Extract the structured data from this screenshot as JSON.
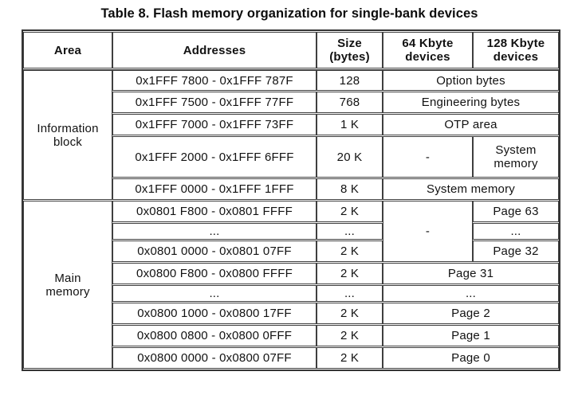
{
  "page": {
    "background": "#ffffff",
    "text_color": "#121212",
    "border_color": "#3f3f3f"
  },
  "title": "Table 8. Flash memory organization for single-bank devices",
  "table": {
    "columns": [
      {
        "label": "Area"
      },
      {
        "label": "Addresses"
      },
      {
        "label": "Size\n(bytes)"
      },
      {
        "label": "64 Kbyte\ndevices"
      },
      {
        "label": "128 Kbyte\ndevices"
      }
    ],
    "rows": [
      {
        "cells": [
          {
            "col": "area",
            "text": "Information\nblock",
            "rowspan": 5
          },
          {
            "col": "addresses",
            "text": "0x1FFF 7800 - 0x1FFF 787F"
          },
          {
            "col": "size",
            "text": "128"
          },
          {
            "col": "devices",
            "text": "Option bytes",
            "colspan": 2
          }
        ]
      },
      {
        "cells": [
          {
            "col": "addresses",
            "text": "0x1FFF 7500 - 0x1FFF 77FF"
          },
          {
            "col": "size",
            "text": "768"
          },
          {
            "col": "devices",
            "text": "Engineering bytes",
            "colspan": 2
          }
        ]
      },
      {
        "cells": [
          {
            "col": "addresses",
            "text": "0x1FFF 7000 - 0x1FFF 73FF"
          },
          {
            "col": "size",
            "text": "1 K"
          },
          {
            "col": "devices",
            "text": "OTP area",
            "colspan": 2
          }
        ]
      },
      {
        "h": "tall",
        "cells": [
          {
            "col": "addresses",
            "text": "0x1FFF 2000 - 0x1FFF 6FFF"
          },
          {
            "col": "size",
            "text": "20 K"
          },
          {
            "col": "dev64",
            "text": "-"
          },
          {
            "col": "dev128",
            "text": "System\nmemory"
          }
        ]
      },
      {
        "cells": [
          {
            "col": "addresses",
            "text": "0x1FFF 0000 - 0x1FFF 1FFF"
          },
          {
            "col": "size",
            "text": "8 K"
          },
          {
            "col": "devices",
            "text": "System memory",
            "colspan": 2
          }
        ]
      },
      {
        "cells": [
          {
            "col": "area",
            "text": "Main\nmemory",
            "rowspan": 8
          },
          {
            "col": "addresses",
            "text": "0x0801 F800 - 0x0801 FFFF"
          },
          {
            "col": "size",
            "text": "2 K"
          },
          {
            "col": "dev64",
            "text": "-",
            "rowspan": 3
          },
          {
            "col": "dev128",
            "text": "Page 63"
          }
        ]
      },
      {
        "h": "dots",
        "cells": [
          {
            "col": "addresses",
            "text": "..."
          },
          {
            "col": "size",
            "text": "..."
          },
          {
            "col": "dev128",
            "text": "..."
          }
        ]
      },
      {
        "cells": [
          {
            "col": "addresses",
            "text": "0x0801 0000 - 0x0801 07FF"
          },
          {
            "col": "size",
            "text": "2 K"
          },
          {
            "col": "dev128",
            "text": "Page 32"
          }
        ]
      },
      {
        "cells": [
          {
            "col": "addresses",
            "text": "0x0800 F800 - 0x0800 FFFF"
          },
          {
            "col": "size",
            "text": "2 K"
          },
          {
            "col": "devices",
            "text": "Page 31",
            "colspan": 2
          }
        ]
      },
      {
        "h": "dots",
        "cells": [
          {
            "col": "addresses",
            "text": "..."
          },
          {
            "col": "size",
            "text": "..."
          },
          {
            "col": "devices",
            "text": "...",
            "colspan": 2
          }
        ]
      },
      {
        "cells": [
          {
            "col": "addresses",
            "text": "0x0800 1000 - 0x0800 17FF"
          },
          {
            "col": "size",
            "text": "2 K"
          },
          {
            "col": "devices",
            "text": "Page 2",
            "colspan": 2
          }
        ]
      },
      {
        "cells": [
          {
            "col": "addresses",
            "text": "0x0800 0800 - 0x0800 0FFF"
          },
          {
            "col": "size",
            "text": "2 K"
          },
          {
            "col": "devices",
            "text": "Page 1",
            "colspan": 2
          }
        ]
      },
      {
        "cells": [
          {
            "col": "addresses",
            "text": "0x0800 0000 - 0x0800 07FF"
          },
          {
            "col": "size",
            "text": "2 K"
          },
          {
            "col": "devices",
            "text": "Page 0",
            "colspan": 2
          }
        ]
      }
    ]
  }
}
